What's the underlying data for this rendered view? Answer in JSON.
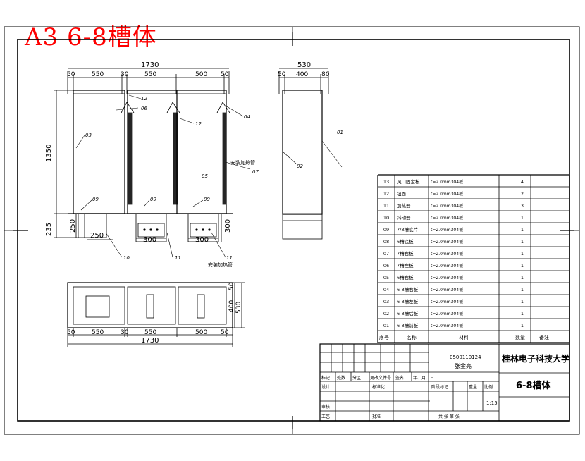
{
  "stamp": "A3 6-8槽体",
  "dims": {
    "front_total": "1730",
    "front_segs": [
      "50",
      "550",
      "30",
      "550",
      "500",
      "50"
    ],
    "front_height": "1350",
    "front_lower": "235",
    "leg_height": "250",
    "leg_width": "250",
    "box_width_1": "300",
    "box_width_2": "300",
    "box_height": "300",
    "side_total": "530",
    "side_segs": [
      "50",
      "400",
      "80"
    ],
    "plan_segs": [
      "50",
      "550",
      "30",
      "550",
      "500",
      "50"
    ],
    "plan_total": "1730",
    "plan_right": [
      "50",
      "400",
      "530"
    ]
  },
  "callouts": {
    "c12a": "12",
    "c06": "06",
    "c12b": "12",
    "c04": "04",
    "c03": "03",
    "c05": "05",
    "c07": "07",
    "c09a": "09",
    "c09b": "09",
    "c09c": "09",
    "c10": "10",
    "c11a": "11",
    "c11b": "11",
    "c01": "01",
    "c02": "02",
    "note_a": "安装加热管",
    "note_b": "安装加热管"
  },
  "bom": {
    "rows": [
      {
        "no": "13",
        "name": "风口固定板",
        "spec": "t=2.0mm304板",
        "qty": "4"
      },
      {
        "no": "12",
        "name": "钮面",
        "spec": "t=2.0mm304板",
        "qty": "2"
      },
      {
        "no": "11",
        "name": "加热器",
        "spec": "t=2.0mm304板",
        "qty": "3"
      },
      {
        "no": "10",
        "name": "抖动器",
        "spec": "t=2.0mm304板",
        "qty": "1"
      },
      {
        "no": "09",
        "name": "7/8槽底片",
        "spec": "t=2.0mm304板",
        "qty": "1"
      },
      {
        "no": "08",
        "name": "6槽底板",
        "spec": "t=2.0mm304板",
        "qty": "1"
      },
      {
        "no": "07",
        "name": "7槽右板",
        "spec": "t=2.0mm304板",
        "qty": "1"
      },
      {
        "no": "06",
        "name": "7槽左板",
        "spec": "t=2.0mm304板",
        "qty": "1"
      },
      {
        "no": "05",
        "name": "6槽右板",
        "spec": "t=2.0mm304板",
        "qty": "1"
      },
      {
        "no": "04",
        "name": "6-8槽右板",
        "spec": "t=2.0mm304板",
        "qty": "1"
      },
      {
        "no": "03",
        "name": "6-8槽左板",
        "spec": "t=2.0mm304板",
        "qty": "1"
      },
      {
        "no": "02",
        "name": "6-8槽后板",
        "spec": "t=2.0mm304板",
        "qty": "1"
      },
      {
        "no": "01",
        "name": "6-8槽前板",
        "spec": "t=2.0mm304板",
        "qty": "1"
      }
    ],
    "header": {
      "no": "序号",
      "name": "名称",
      "material": "材料",
      "qty": "数量",
      "remark": "备注"
    }
  },
  "title_block": {
    "student_id": "0500110124",
    "student_name": "张金亮",
    "university": "桂林电子科技大学",
    "drawing_title": "6-8槽体",
    "scale": "1:15",
    "row_labels": [
      "标记",
      "处数",
      "分区",
      "更改文件号",
      "签名",
      "年、月、日"
    ],
    "roles": [
      "设计",
      "标准化",
      "审核",
      "工艺",
      "批准"
    ],
    "stage_labels": [
      "阶段标记",
      "重量",
      "比例"
    ],
    "sheet_label": "共 张 第 张"
  }
}
